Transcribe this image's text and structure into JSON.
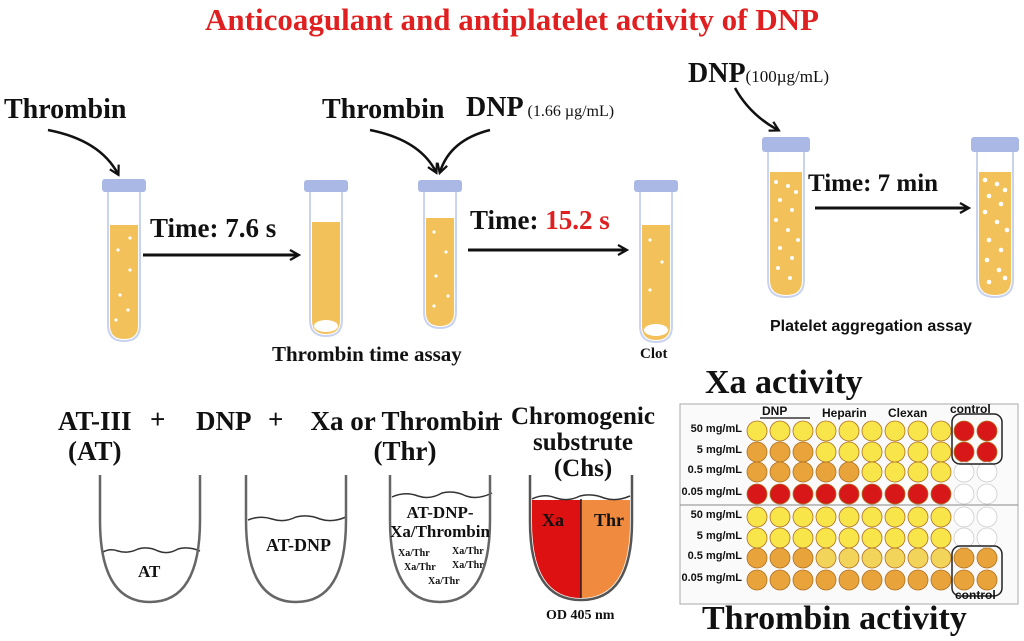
{
  "title": "Anticoagulant and antiplatelet activity of DNP",
  "colors": {
    "title": "#e02020",
    "tube_liquid": "#f2c15a",
    "tube_cap": "#aab8e6",
    "xa_red": "#dd1111",
    "thr_orange": "#f08a3e"
  },
  "thrombin_time": {
    "thrombin_label_1": "Thrombin",
    "thrombin_label_2": "Thrombin",
    "dnp_label": "DNP",
    "dnp_conc": "(1.66 µg/mL)",
    "time_1_label": "Time: 7.6 s",
    "time_2_prefix": "Time: ",
    "time_2_value": "15.2 s",
    "assay_label": "Thrombin time assay",
    "clot_label": "Clot"
  },
  "platelet": {
    "dnp_label": "DNP",
    "dnp_conc": "(100µg/mL)",
    "time_label": "Time: 7 min",
    "assay_label": "Platelet aggregation assay"
  },
  "chromogenic": {
    "at_label_1": "AT-III",
    "at_label_2": "(AT)",
    "plus_1": "+",
    "dnp_label": "DNP",
    "plus_2": "+",
    "xa_thr_label_1": "Xa or Thrombin",
    "xa_thr_label_2": "(Thr)",
    "plus_3": "+",
    "chs_label_1": "Chromogenic",
    "chs_label_2": "substrute",
    "chs_label_3": "(Chs)",
    "beaker_1": "AT",
    "beaker_2": "AT-DNP",
    "beaker_3_line1": "AT-DNP-",
    "beaker_3_line2": "Xa/Thrombin",
    "small_label": "Xa/Thr",
    "beaker_4_left": "Xa",
    "beaker_4_right": "Thr",
    "od_label": "OD 405 nm"
  },
  "plate": {
    "xa_title": "Xa activity",
    "thr_title": "Thrombin activity",
    "col_headers": [
      "DNP",
      "Heparin",
      "Clexan",
      "control"
    ],
    "bottom_control": "control",
    "row_labels": [
      "50",
      "5",
      "0.5",
      "0.05",
      "50",
      "5",
      "0.5",
      "0.05"
    ],
    "unit": "mg/mL"
  }
}
